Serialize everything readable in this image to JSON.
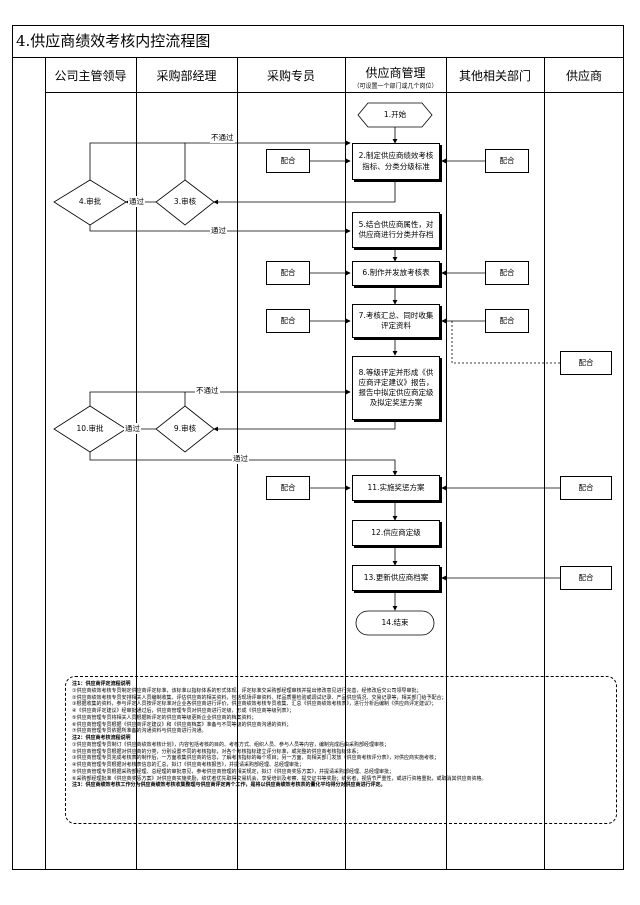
{
  "title": "4.供应商绩效考核内控流程图",
  "lanes": {
    "l1": "公司主管领导",
    "l2": "采购部经理",
    "l3": "采购专员",
    "l4": "供应商管理",
    "l4_sub": "（可设置一个部门或几个岗位）",
    "l5": "其他相关部门",
    "l6": "供应商"
  },
  "steps": {
    "s1": "1.开始",
    "s2": "2.制定供应商绩效考核指标、分类分级标准",
    "s3": "3.审核",
    "s4": "4.审批",
    "s5": "5.结合供应商属性，对供应商进行分类并存档",
    "s6": "6.制作并发放考核表",
    "s7": "7.考核汇总、同时收集评定资料",
    "s8": "8.等级评定并形成《供应商评定建议》报告，报告中拟定供应商定级及拟定奖惩方案",
    "s9": "9.审核",
    "s10": "10.审批",
    "s11": "11.实施奖惩方案",
    "s12": "12.供应商定级",
    "s13": "13.更新供应商档案",
    "s14": "14.结束"
  },
  "cooperate": "配合",
  "labels": {
    "fail": "不通过",
    "pass": "通过"
  },
  "notes": [
    {
      "text": "注1：供应商评定流程说明",
      "head": true
    },
    {
      "text": "①供应商绩效考核专员制定供应商评定标准，该标准以指标体系的形式体现，评定标准交采购部经理审核并提出修改意见进行完善，经修改后交公司领导审批；"
    },
    {
      "text": "②供应商绩效考核专员安排相关人员编制收集、评估供应商的相关资料，包括现场评审资料、样品质量检验或调试记录、产品供应情况、交易记录等，相关部门给予配合；"
    },
    {
      "text": "③根据收集的资料，参与评定人员按评定标准对企业各供应商进行评价，供应商绩效考核专员收集、汇总《供应商绩效考核表》，进行分析后编制《供应商评定建议》；"
    },
    {
      "text": "④《供应商评定建议》经审批通过后，供应商管理专员对供应商进行定级，形成《供应商等级列表》；"
    },
    {
      "text": "⑤供应商管理专员将相关人员根据新评定的供应商等级更新企业供应商的档案资料；"
    },
    {
      "text": "⑥供应商管理专员根据《供应商评定建议》和《供应商档案》准备与不同等级的供应商沟通的资料；"
    },
    {
      "text": "⑦供应商管理专员依据所准备的沟通资料与供应商进行沟通。"
    },
    {
      "text": "注2：供应商考核流程说明",
      "head": true
    },
    {
      "text": "①供应商管理专员制订《供应商绩效考核计划》，内容包括考核的目的、考核方式、组织人员、参与人员等内容，编制完成后由采购部经理审核；"
    },
    {
      "text": "②供应商管理专员根据对供应商的分类，分别设置不同的考核指标，对各个考核指标建立评分标准，或完整的供应商考核指标体系；"
    },
    {
      "text": "③供应商管理专员完成考核表的制作后，一方面收集供应商的信息，了解考核指标的每个项目；另一方面，向相关部门发放《供应商考核评分表》，对供应商实施考核；"
    },
    {
      "text": "④供应商管理专员根据对考核表信息的汇总，拟订《供应商考核报告》，并提请采购部经理、总经理审批；"
    },
    {
      "text": "⑤供应商管理专员根据采购部经理、总经理的审批意见，参考供应商管理的相关规定，拟订《供应商奖惩方案》，并提请采购部经理、总经理审批；"
    },
    {
      "text": "⑥采购部经理批准《供应商奖惩方案》对供应商实施奖励，绩优者优先取得交易机会，享受培训及考察、提交证书等奖励；绩劣者，视情节严重性，或进行资格重批，或取消其供应商资格。"
    },
    {
      "text": "注3：供应商绩效考核工作分为供应商绩效考核收集整理与供应商评定两个工作，是将以供应商绩效考核表的量化平均得分对供应商进行评定。",
      "last": true
    }
  ]
}
